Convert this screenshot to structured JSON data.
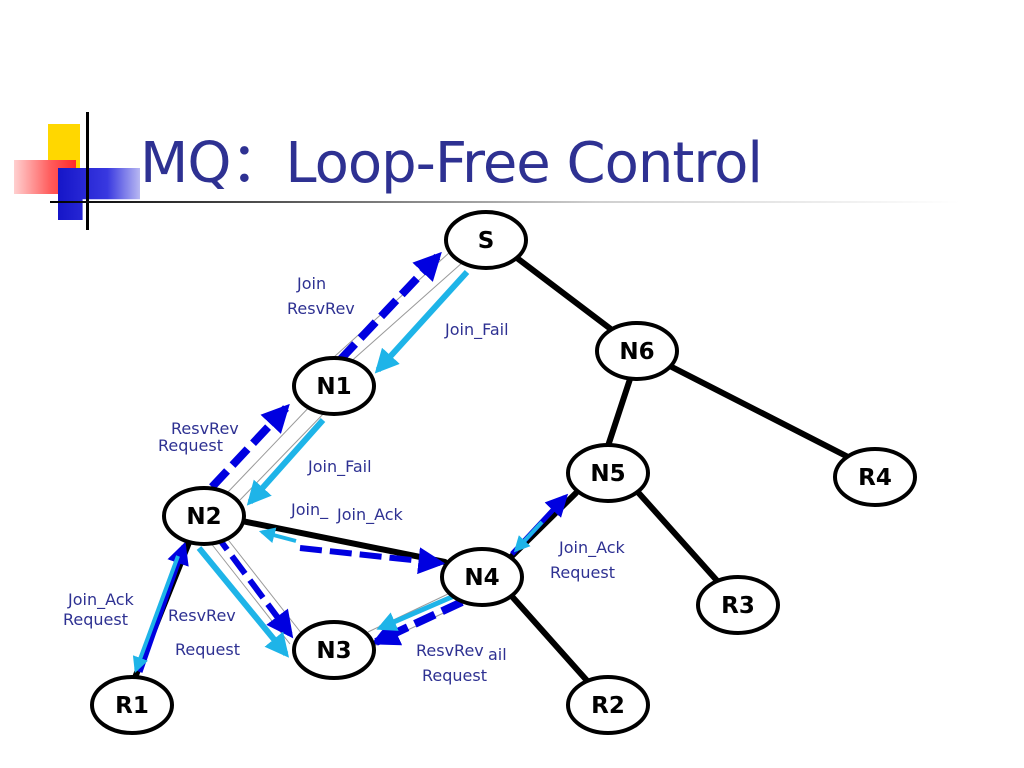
{
  "title": "MQ：Loop-Free Control",
  "nodes": {
    "S": "S",
    "N1": "N1",
    "N2": "N2",
    "N3": "N3",
    "N4": "N4",
    "N5": "N5",
    "N6": "N6",
    "R1": "R1",
    "R2": "R2",
    "R3": "R3",
    "R4": "R4"
  },
  "labels": {
    "join_top": "Join",
    "resvrev_top": "ResvRev",
    "join_fail_top": "Join_Fail",
    "resvrev_n2n1": "ResvRev",
    "request_n2n1": "Request",
    "join_fail_mid": "Join_Fail",
    "join_partial": "Join_",
    "join_ack_n2": "Join_Ack",
    "join_ack_n4n5": "Join_Ack",
    "request_n4n5": "Request",
    "join_ack_r1": "Join_Ack",
    "request_r1": "Request",
    "resvrev_n2n3": "ResvRev",
    "request_n2n3": "Request",
    "resvrev_n3n4": "ResvRev",
    "fail_n3n4": "ail",
    "request_n3n4": "Request"
  },
  "colors": {
    "title": "#2E3192",
    "label": "#2E3192",
    "dark_blue_arrow": "#0000E0",
    "cyan_arrow": "#1EB4E8",
    "link": "#000000"
  }
}
